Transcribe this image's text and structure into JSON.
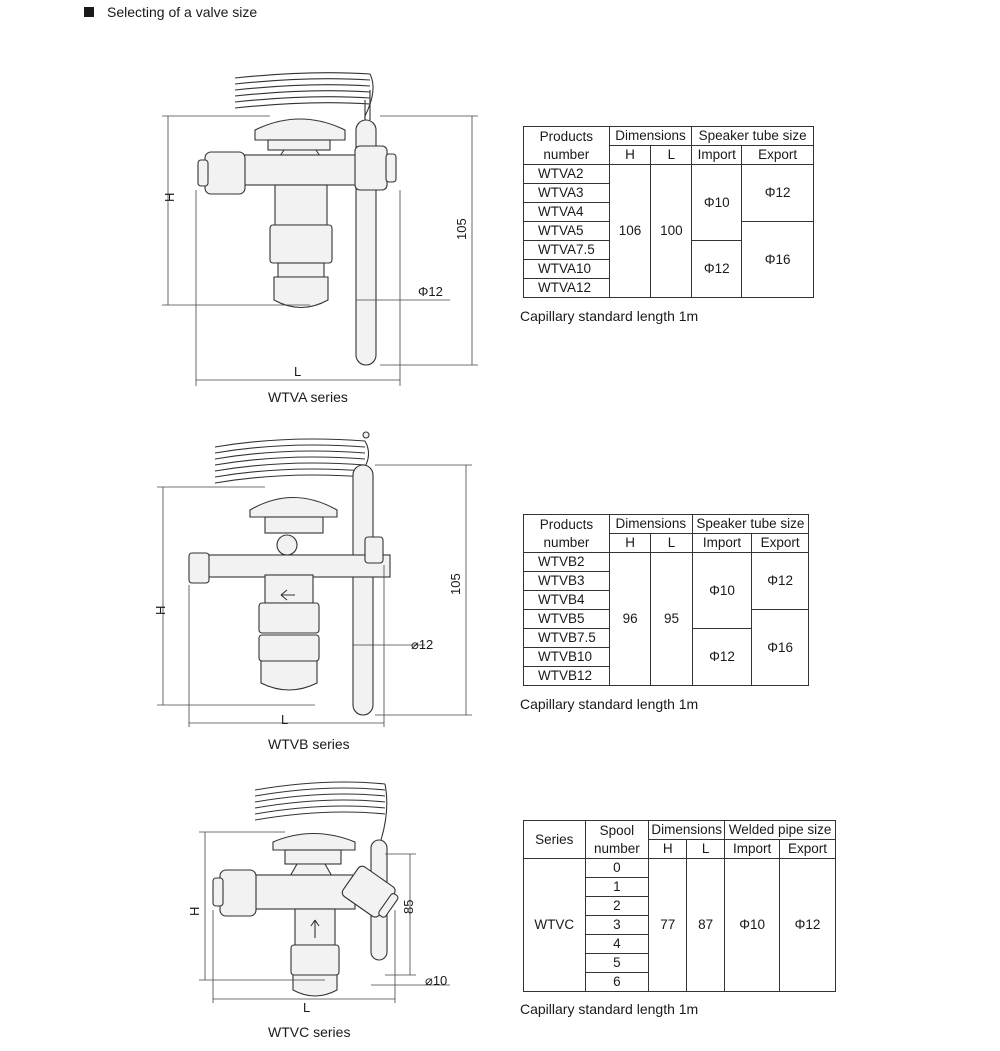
{
  "heading": "Selecting of a valve size",
  "sections": [
    {
      "caption": "WTVA series",
      "dims": {
        "h": "H",
        "l": "L",
        "height": "105",
        "bulb": "Φ12"
      },
      "table": {
        "col1": "Products\nnumber",
        "dimensions": "Dimensions",
        "dim_h": "H",
        "dim_l": "L",
        "tube": "Speaker tube size",
        "import": "Import",
        "export": "Export",
        "products": [
          "WTVA2",
          "WTVA3",
          "WTVA4",
          "WTVA5",
          "WTVA7.5",
          "WTVA10",
          "WTVA12"
        ],
        "h_value": "106",
        "l_value": "100",
        "import_a": "Φ10",
        "import_b": "Φ12",
        "export_a": "Φ12",
        "export_b": "Φ16"
      },
      "note": "Capillary standard length 1m"
    },
    {
      "caption": "WTVB series",
      "dims": {
        "h": "H",
        "l": "L",
        "height": "105",
        "bulb": "⌀12"
      },
      "table": {
        "col1": "Products\nnumber",
        "dimensions": "Dimensions",
        "dim_h": "H",
        "dim_l": "L",
        "tube": "Speaker tube size",
        "import": "Import",
        "export": "Export",
        "products": [
          "WTVB2",
          "WTVB3",
          "WTVB4",
          "WTVB5",
          "WTVB7.5",
          "WTVB10",
          "WTVB12"
        ],
        "h_value": "96",
        "l_value": "95",
        "import_a": "Φ10",
        "import_b": "Φ12",
        "export_a": "Φ12",
        "export_b": "Φ16"
      },
      "note": "Capillary standard length 1m"
    },
    {
      "caption": "WTVC series",
      "dims": {
        "h": "H",
        "l": "L",
        "height": "85",
        "bulb": "⌀10"
      },
      "table": {
        "series": "Series",
        "spool": "Spool\nnumber",
        "dimensions": "Dimensions",
        "dim_h": "H",
        "dim_l": "L",
        "tube": "Welded pipe size",
        "import": "Import",
        "export": "Export",
        "series_name": "WTVC",
        "spools": [
          "0",
          "1",
          "2",
          "3",
          "4",
          "5",
          "6"
        ],
        "h_value": "77",
        "l_value": "87",
        "import_value": "Φ10",
        "export_value": "Φ12"
      },
      "note": "Capillary standard length 1m"
    }
  ]
}
